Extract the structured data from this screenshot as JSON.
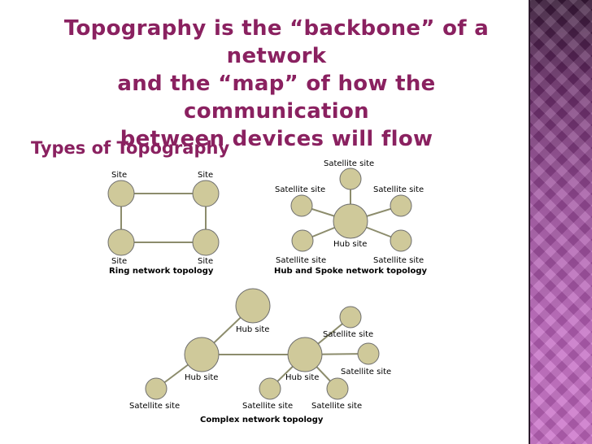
{
  "slide": {
    "title_lines": [
      "Topography is the “backbone” of a network",
      "and the “map” of how the communication",
      "between devices will flow"
    ],
    "section_heading": "Types of Topography"
  },
  "ring": {
    "caption": "Ring network topology",
    "labels": [
      "Site",
      "Site",
      "Site",
      "Site"
    ]
  },
  "hub_spoke": {
    "caption": "Hub and Spoke network topology",
    "hub_label": "Hub site",
    "labels": [
      "Satellite site",
      "Satellite site",
      "Satellite site",
      "Satellite site",
      "Satellite site"
    ]
  },
  "complex": {
    "caption": "Complex network topology",
    "hub_labels": [
      "Hub site",
      "Hub site",
      "Hub site"
    ],
    "satellite_labels": [
      "Satellite site",
      "Satellite site",
      "Satellite site",
      "Satellite site",
      "Satellite site"
    ]
  },
  "colors": {
    "title": "#8a2160",
    "node_fill": "#cfc99a",
    "band": "#b25ab0"
  }
}
